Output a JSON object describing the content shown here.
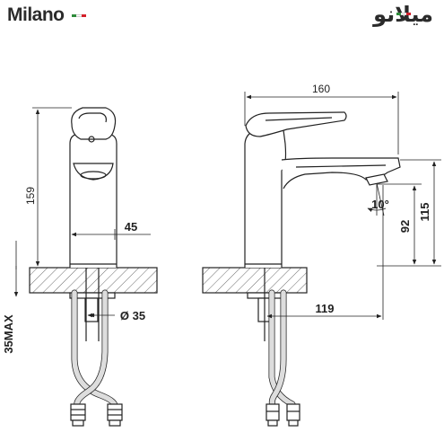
{
  "brand": {
    "latin": "Milano",
    "arabic": "ميلانو",
    "flag_colors": [
      "#2e8b3a",
      "#ffffff",
      "#d4202a"
    ]
  },
  "dimensions": {
    "height_total": "159",
    "spout_height": "45",
    "hole_diameter": "Ø 35",
    "max_thickness": "35MAX",
    "width_total": "160",
    "outlet_height": "115",
    "aerator_height": "92",
    "spout_reach": "119",
    "outlet_angle": "10°"
  }
}
